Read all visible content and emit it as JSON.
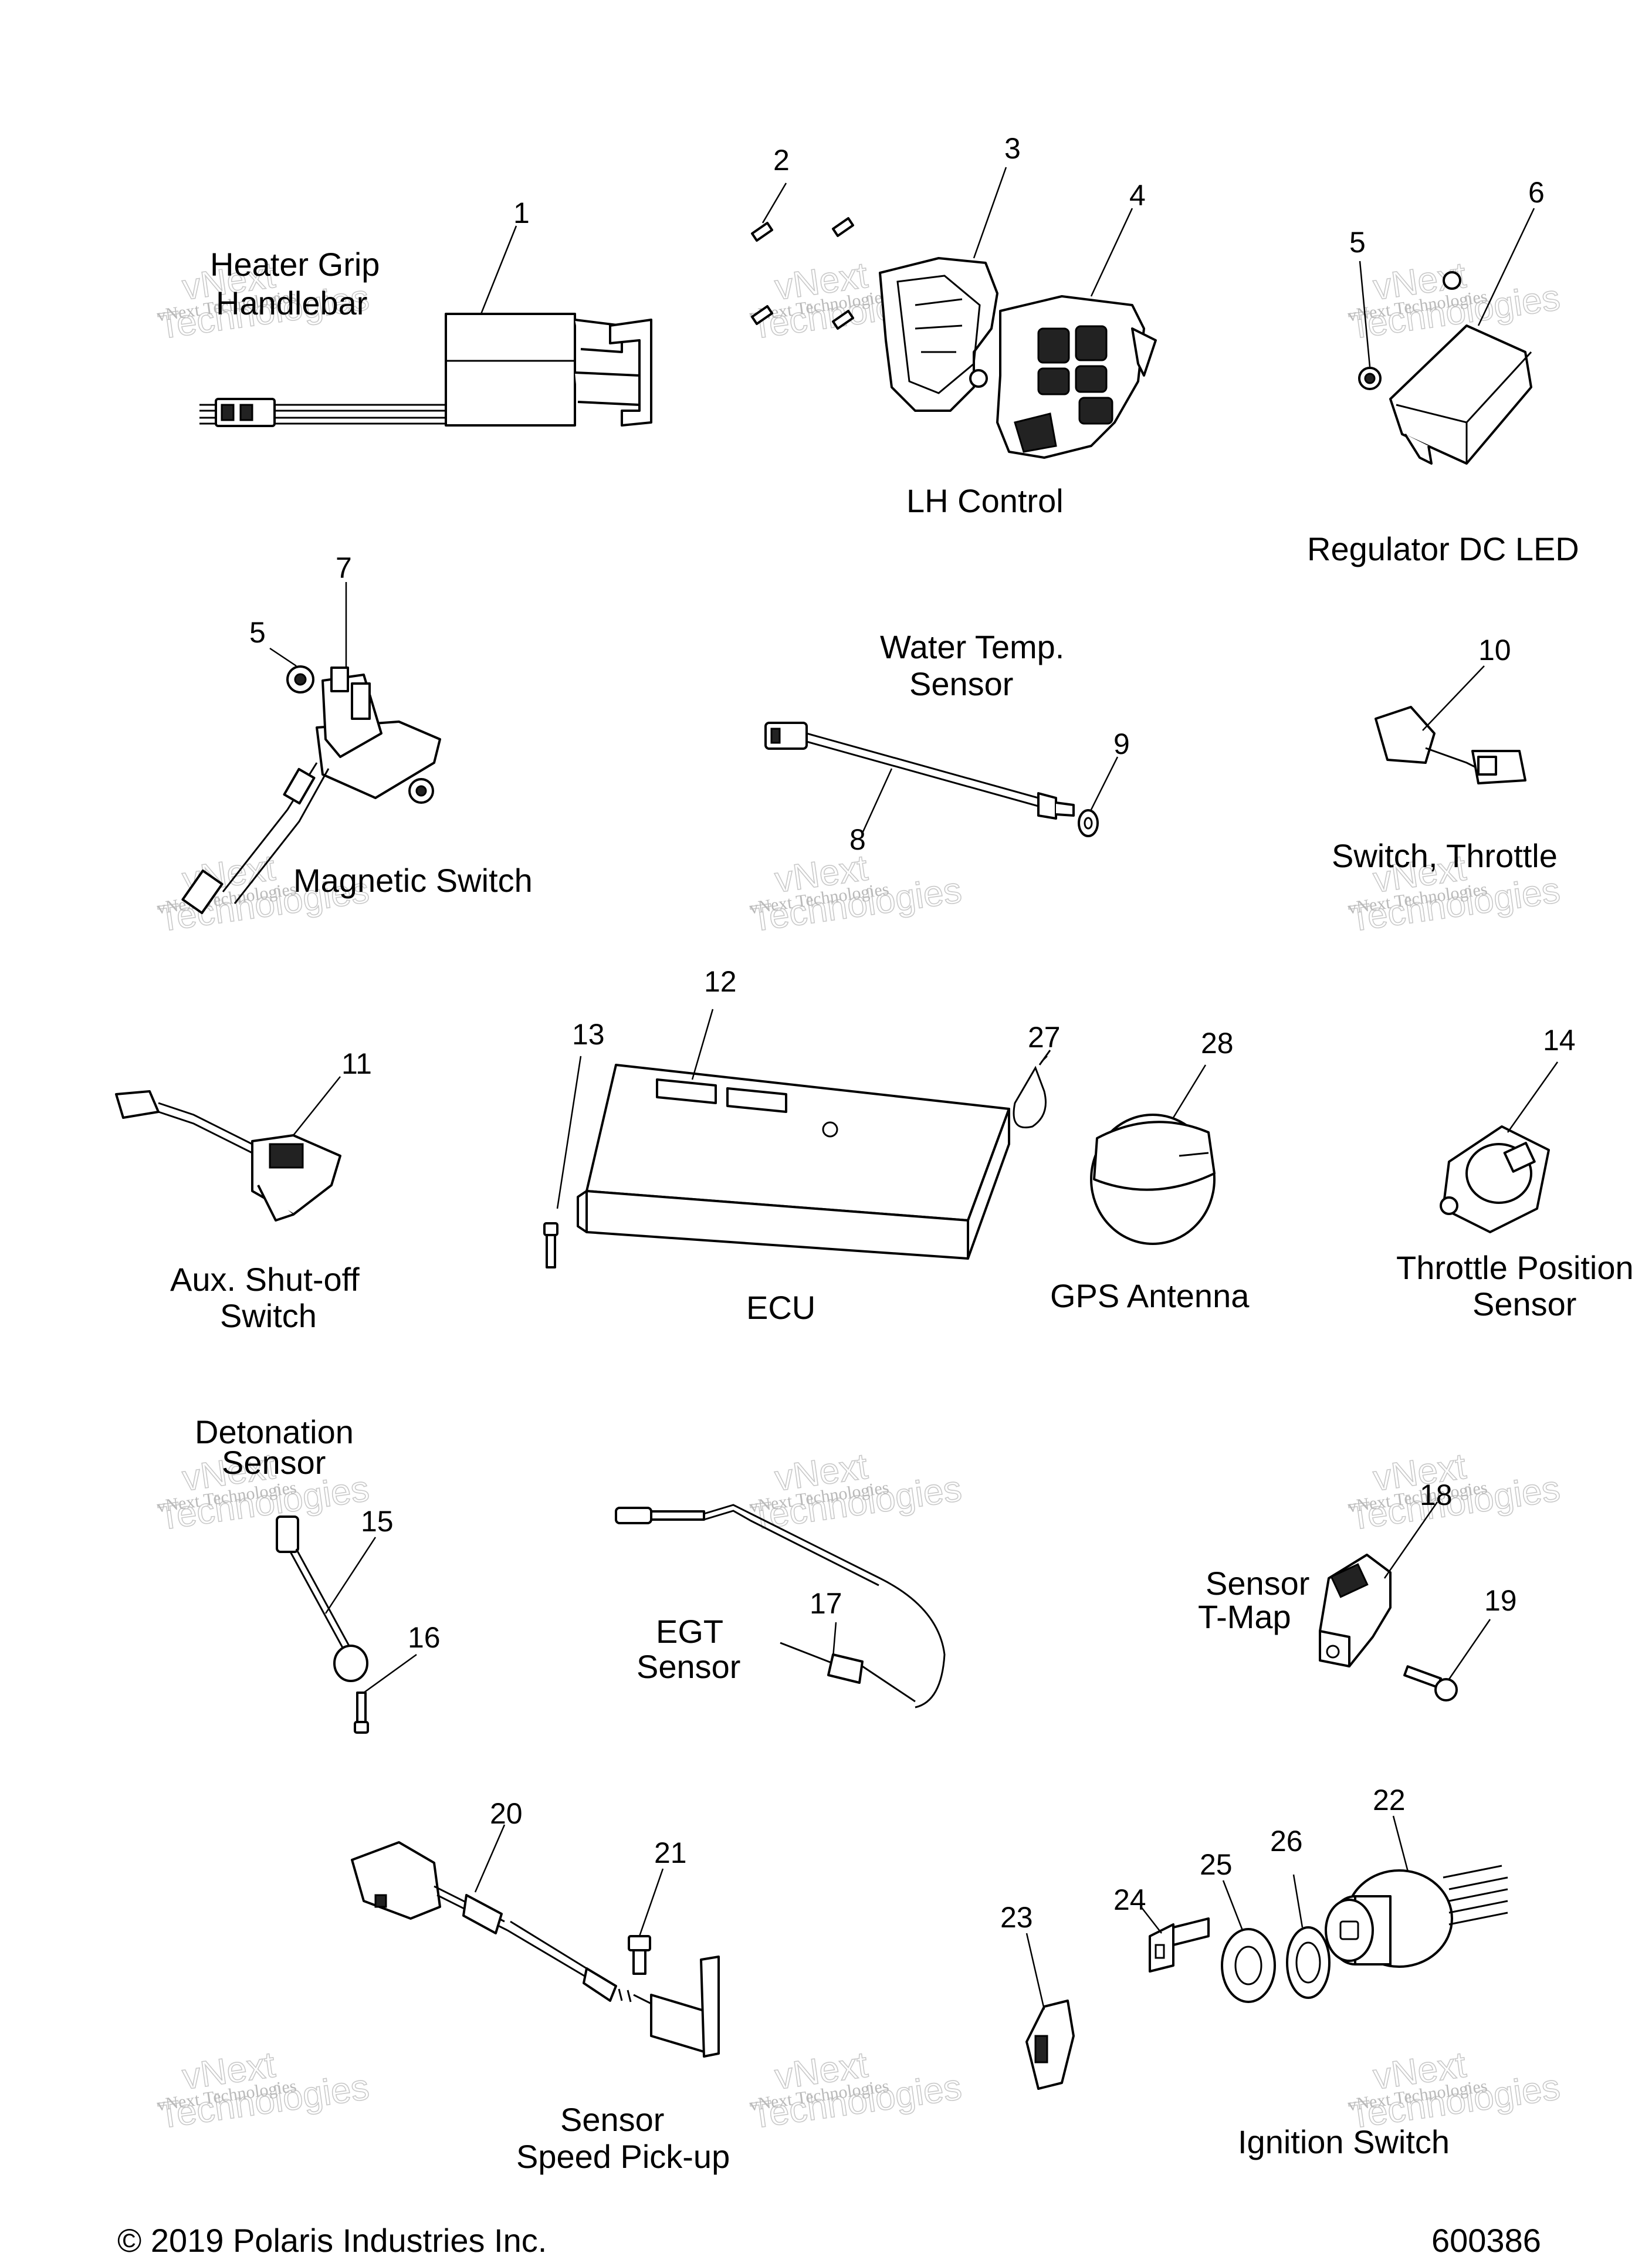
{
  "labels": {
    "heater_grip": [
      "Heater Grip",
      "Handlebar"
    ],
    "lh_control": "LH Control",
    "regulator": "Regulator DC LED",
    "water_temp": [
      "Water Temp.",
      "Sensor"
    ],
    "magnetic_switch": "Magnetic Switch",
    "switch_throttle": "Switch, Throttle",
    "aux_shutoff": [
      "Aux. Shut-off",
      "Switch"
    ],
    "ecu": "ECU",
    "gps_antenna": "GPS Antenna",
    "throttle_position": [
      "Throttle Position",
      "Sensor"
    ],
    "detonation": [
      "Detonation",
      "Sensor"
    ],
    "egt": [
      "EGT",
      "Sensor"
    ],
    "tmap": [
      "Sensor",
      "T-Map"
    ],
    "speed_pickup": [
      "Sensor",
      "Speed Pick-up"
    ],
    "ignition_switch": "Ignition Switch"
  },
  "callouts": {
    "n1": "1",
    "n2": "2",
    "n3": "3",
    "n4": "4",
    "n5a": "5",
    "n5b": "5",
    "n6": "6",
    "n7": "7",
    "n8": "8",
    "n9": "9",
    "n10": "10",
    "n11": "11",
    "n12": "12",
    "n13": "13",
    "n14": "14",
    "n15": "15",
    "n16": "16",
    "n17": "17",
    "n18": "18",
    "n19": "19",
    "n20": "20",
    "n21": "21",
    "n22": "22",
    "n23": "23",
    "n24": "24",
    "n25": "25",
    "n26": "26",
    "n27": "27",
    "n28": "28"
  },
  "watermark": {
    "line1": "vNext Technologies",
    "line2": "Technologies",
    "arc": "vNext"
  },
  "footer": {
    "copyright": "© 2019 Polaris Industries Inc.",
    "drawing_number": "600386"
  }
}
